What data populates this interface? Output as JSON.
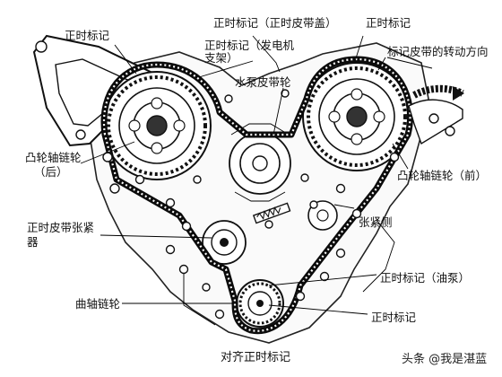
{
  "labels": {
    "timing_mark_top_left": "正时标记",
    "timing_mark_belt_cover": "正时标记（正时皮带盖）",
    "timing_mark_top_right": "正时标记",
    "timing_mark_alternator_line1": "正时标记（发电机",
    "timing_mark_alternator_line2": "支架）",
    "belt_rotation_mark": "标记皮带的转动方向",
    "water_pump_pulley": "水泵皮带轮",
    "cam_sprocket_rear_line1": "凸轮轴链轮",
    "cam_sprocket_rear_line2": "（后）",
    "cam_sprocket_front": "凸轮轴链轮（前）",
    "tensioner_line1": "正时皮带张紧",
    "tensioner_line2": "器",
    "tension_side": "张紧侧",
    "timing_mark_oil_pump": "正时标记（油泵）",
    "crank_sprocket": "曲轴链轮",
    "timing_mark_bottom": "正时标记"
  },
  "caption": "对齐正时标记",
  "watermark": "头条 @我是湛蓝"
}
